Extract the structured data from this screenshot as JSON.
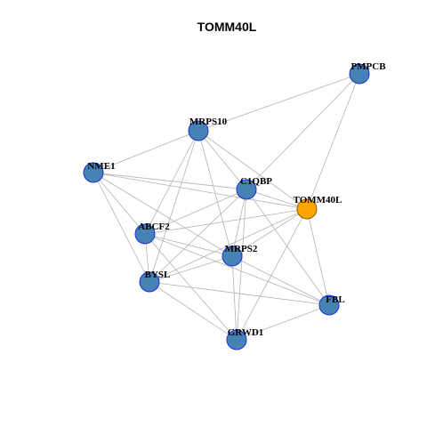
{
  "title": "TOMM40L",
  "colors": {
    "node_fill": "#4682b4",
    "node_stroke": "#1f2fd6",
    "focus_fill": "#ffa500",
    "edge": "#b3b3b3"
  },
  "nodes": [
    {
      "id": "PMPCB",
      "label": "PMPCB",
      "focus": false
    },
    {
      "id": "MRPS10",
      "label": "MRPS10",
      "focus": false
    },
    {
      "id": "NME1",
      "label": "NME1",
      "focus": false
    },
    {
      "id": "C1QBP",
      "label": "C1QBP",
      "focus": false
    },
    {
      "id": "TOMM40L",
      "label": "TOMM40L",
      "focus": true
    },
    {
      "id": "ABCF2",
      "label": "ABCF2",
      "focus": false
    },
    {
      "id": "MRPS2",
      "label": "MRPS2",
      "focus": false
    },
    {
      "id": "BYSL",
      "label": "BYSL",
      "focus": false
    },
    {
      "id": "FBL",
      "label": "FBL",
      "focus": false
    },
    {
      "id": "GRWD1",
      "label": "GRWD1",
      "focus": false
    }
  ],
  "edges": [
    [
      "PMPCB",
      "MRPS10"
    ],
    [
      "PMPCB",
      "C1QBP"
    ],
    [
      "PMPCB",
      "TOMM40L"
    ],
    [
      "MRPS10",
      "NME1"
    ],
    [
      "MRPS10",
      "C1QBP"
    ],
    [
      "MRPS10",
      "TOMM40L"
    ],
    [
      "MRPS10",
      "ABCF2"
    ],
    [
      "MRPS10",
      "MRPS2"
    ],
    [
      "MRPS10",
      "BYSL"
    ],
    [
      "NME1",
      "C1QBP"
    ],
    [
      "NME1",
      "TOMM40L"
    ],
    [
      "NME1",
      "ABCF2"
    ],
    [
      "NME1",
      "MRPS2"
    ],
    [
      "NME1",
      "BYSL"
    ],
    [
      "C1QBP",
      "TOMM40L"
    ],
    [
      "C1QBP",
      "ABCF2"
    ],
    [
      "C1QBP",
      "MRPS2"
    ],
    [
      "C1QBP",
      "BYSL"
    ],
    [
      "C1QBP",
      "FBL"
    ],
    [
      "C1QBP",
      "GRWD1"
    ],
    [
      "TOMM40L",
      "ABCF2"
    ],
    [
      "TOMM40L",
      "MRPS2"
    ],
    [
      "TOMM40L",
      "BYSL"
    ],
    [
      "TOMM40L",
      "FBL"
    ],
    [
      "TOMM40L",
      "GRWD1"
    ],
    [
      "ABCF2",
      "MRPS2"
    ],
    [
      "ABCF2",
      "BYSL"
    ],
    [
      "ABCF2",
      "FBL"
    ],
    [
      "ABCF2",
      "GRWD1"
    ],
    [
      "MRPS2",
      "BYSL"
    ],
    [
      "MRPS2",
      "FBL"
    ],
    [
      "MRPS2",
      "GRWD1"
    ],
    [
      "BYSL",
      "FBL"
    ],
    [
      "BYSL",
      "GRWD1"
    ],
    [
      "FBL",
      "GRWD1"
    ]
  ]
}
